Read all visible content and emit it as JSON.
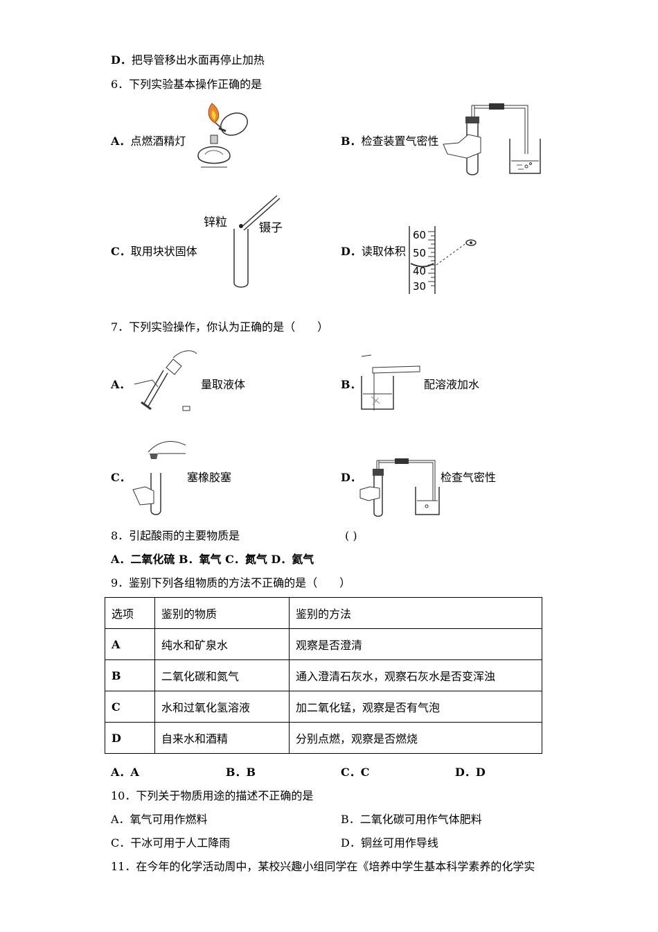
{
  "q5_tail": {
    "label": "D．",
    "text": "把导管移出水面再停止加热"
  },
  "q6": {
    "stem": "6．下列实验基本操作正确的是",
    "A": {
      "label": "A．",
      "text": "点燃酒精灯"
    },
    "B": {
      "label": "B．",
      "text": "检查装置气密性"
    },
    "C": {
      "label": "C．",
      "text": "取用块状固体",
      "fig_labels": {
        "zinc": "锌粒",
        "tweezers": "镊子"
      }
    },
    "D": {
      "label": "D．",
      "text": "读取体积",
      "scale": [
        "60",
        "50",
        "40",
        "30"
      ]
    }
  },
  "q7": {
    "stem": "7．下列实验操作，你认为正确的是（　　）",
    "A": {
      "label": "A．",
      "text": "量取液体"
    },
    "B": {
      "label": "B．",
      "text": "配溶液加水"
    },
    "C": {
      "label": "C．",
      "text": "塞橡胶塞"
    },
    "D": {
      "label": "D．",
      "text": "检查气密性"
    }
  },
  "q8": {
    "stem": "8．引起酸雨的主要物质是",
    "blank": "( )",
    "options": "A．二氧化硫 B．氧气 C．氮气 D．氦气"
  },
  "q9": {
    "stem": "9．鉴别下列各组物质的方法不正确的是（　　）",
    "headers": [
      "选项",
      "鉴别的物质",
      "鉴别的方法"
    ],
    "rows": [
      [
        "A",
        "纯水和矿泉水",
        "观察是否澄清"
      ],
      [
        "B",
        "二氧化碳和氮气",
        "通入澄清石灰水，观察石灰水是否变浑浊"
      ],
      [
        "C",
        "水和过氧化氢溶液",
        "加二氧化锰，观察是否有气泡"
      ],
      [
        "D",
        "自来水和酒精",
        "分别点燃，观察是否燃烧"
      ]
    ],
    "answers": [
      "A．A",
      "B．B",
      "C．C",
      "D．D"
    ]
  },
  "q10": {
    "stem": "10．下列关于物质用途的描述不正确的是",
    "A": "A．氧气可用作燃料",
    "B": "B．二氧化碳可用作气体肥料",
    "C": "C．干冰可用于人工降雨",
    "D": "D．铜丝可用作导线"
  },
  "q11": {
    "stem": "11．在今年的化学活动周中，某校兴趣小组同学在《培养中学生基本科学素养的化学实"
  }
}
